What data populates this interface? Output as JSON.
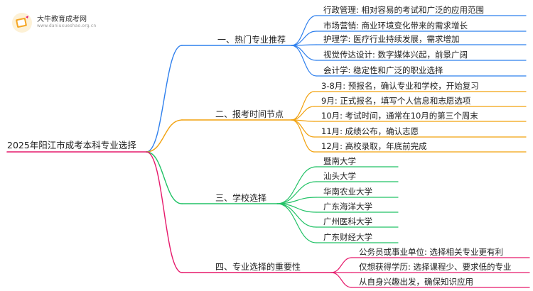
{
  "logo": {
    "title": "大牛教育成考网",
    "url": "www.daniuxueshao.org.cn"
  },
  "root": "2025年阳江市成考本科专业选择",
  "colors": {
    "branch0": "#2f80ed",
    "branch1": "#f2a20f",
    "branch2": "#21c266",
    "branch3": "#e6196b",
    "root_line": "#e6196b"
  },
  "branches": [
    {
      "label": "一、热门专业推荐",
      "leaves": [
        "行政管理: 相对容易的考试和广泛的应用范围",
        "市场营销: 商业环境变化带来的需求增长",
        "护理学: 医疗行业持续发展，需求增加",
        "视觉传达设计: 数字媒体兴起，前景广阔",
        "会计学: 稳定性和广泛的职业选择"
      ]
    },
    {
      "label": "二、报考时间节点",
      "leaves": [
        "3-8月: 预报名，确认专业和学校，开始复习",
        "9月: 正式报名，填写个人信息和志愿选项",
        "10月: 考试时间，通常在10月的第三个周末",
        "11月: 成绩公布，确认志愿",
        "12月: 高校录取，年底前完成"
      ]
    },
    {
      "label": "三、学校选择",
      "leaves": [
        "暨南大学",
        "汕头大学",
        "华南农业大学",
        "广东海洋大学",
        "广州医科大学",
        "广东财经大学"
      ]
    },
    {
      "label": "四、专业选择的重要性",
      "leaves": [
        "公务员或事业单位: 选择相关专业更有利",
        "仅想获得学历: 选择课程少、要求低的专业",
        "从自身兴趣出发，确保知识应用"
      ]
    }
  ]
}
